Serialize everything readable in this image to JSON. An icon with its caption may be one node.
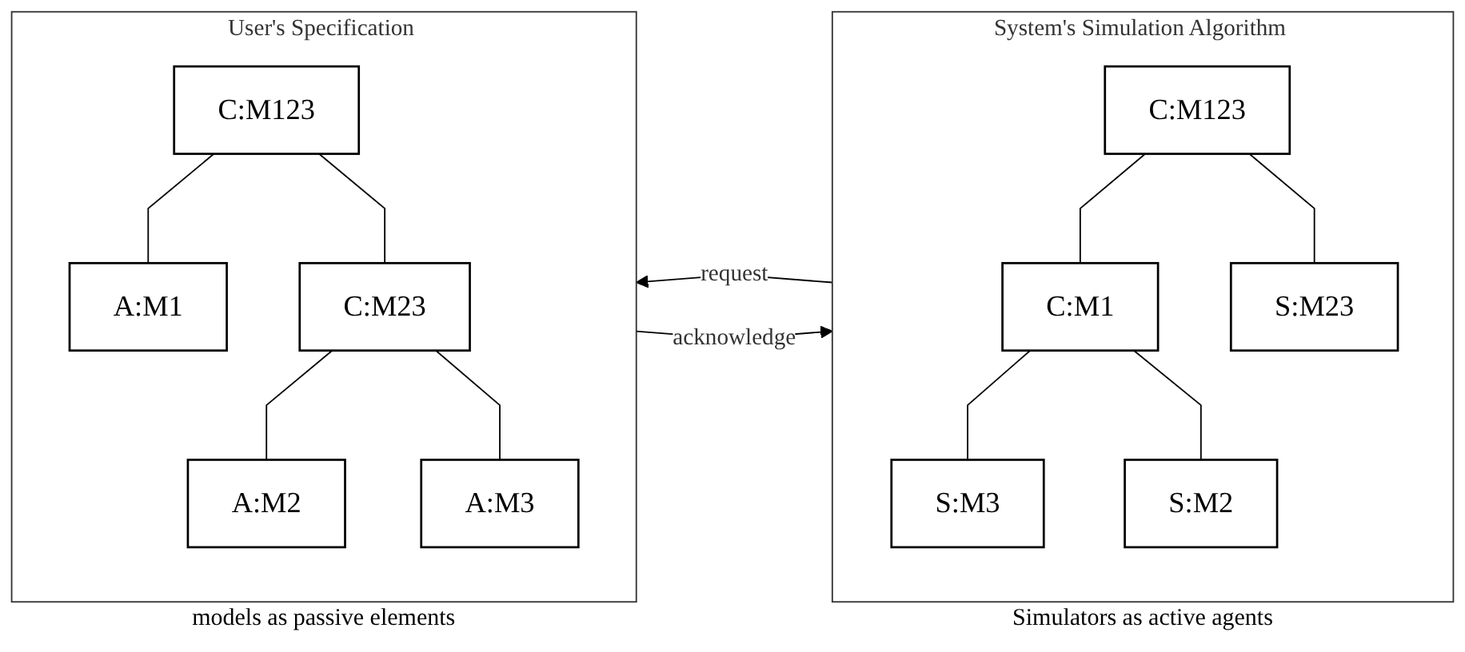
{
  "diagram": {
    "nodes": [
      {
        "text": [
          "User's Specification"
        ],
        "beside": [
          "models as passive elements"
        ]
      },
      {
        "text": [
          "C:M123"
        ],
        "in": 0
      },
      {
        "text": [
          "A:M1"
        ],
        "in": 0
      },
      {
        "text": [
          "C:M23"
        ],
        "in": 0
      },
      {
        "text": [
          "A:M2"
        ],
        "in": 0
      },
      {
        "text": [
          "A:M3"
        ],
        "in": 0
      },
      {
        "text": [
          "System's Simulation Algorithm"
        ],
        "beside": [
          "Simulators as active agents"
        ]
      },
      {
        "text": [
          "C:M123"
        ],
        "in": 6
      },
      {
        "text": [
          "C:M1"
        ],
        "in": 6
      },
      {
        "text": [
          "S:M23"
        ],
        "in": 6
      },
      {
        "text": [
          "S:M3"
        ],
        "in": 6
      },
      {
        "text": [
          "S:M2"
        ],
        "in": 6
      }
    ],
    "edges": [
      {
        "from": 1,
        "to": 2,
        "arrow": "none"
      },
      {
        "from": 1,
        "to": 3,
        "arrow": "none"
      },
      {
        "from": 3,
        "to": 4,
        "arrow": "none"
      },
      {
        "from": 3,
        "to": 5,
        "arrow": "none"
      },
      {
        "from": 7,
        "to": 8,
        "arrow": "none"
      },
      {
        "from": 7,
        "to": 9,
        "arrow": "none"
      },
      {
        "from": 8,
        "to": 10,
        "arrow": "none"
      },
      {
        "from": 8,
        "to": 11,
        "arrow": "none"
      },
      {
        "from": 6,
        "to": 0,
        "arrow": "to",
        "label": "request"
      },
      {
        "from": 0,
        "to": 6,
        "arrow": "to",
        "label": "acknowledge"
      }
    ]
  }
}
